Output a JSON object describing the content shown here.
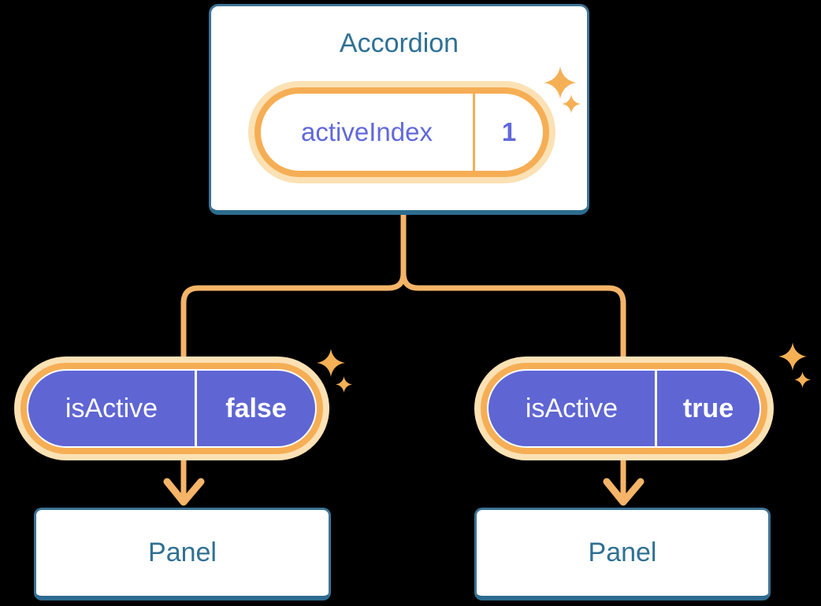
{
  "diagram": {
    "root": {
      "title": "Accordion",
      "state_pill": {
        "label": "activeIndex",
        "value": "1"
      }
    },
    "children": [
      {
        "prop_pill": {
          "label": "isActive",
          "value": "false"
        },
        "panel_label": "Panel"
      },
      {
        "prop_pill": {
          "label": "isActive",
          "value": "true"
        },
        "panel_label": "Panel"
      }
    ],
    "icons": {
      "sparkle": "sparkle-icon"
    },
    "colors": {
      "orange": "#F6AE55",
      "orange_line": "#F5B468",
      "cream": "#FBE1B4",
      "purple": "#5F66D4",
      "purple_text": "#6169DB",
      "blue_border": "#3D7397",
      "blue_border_dark": "#2D6C8F",
      "blue_text": "#2F7194",
      "sparkle": "#F5B055",
      "background": "#000000"
    }
  }
}
